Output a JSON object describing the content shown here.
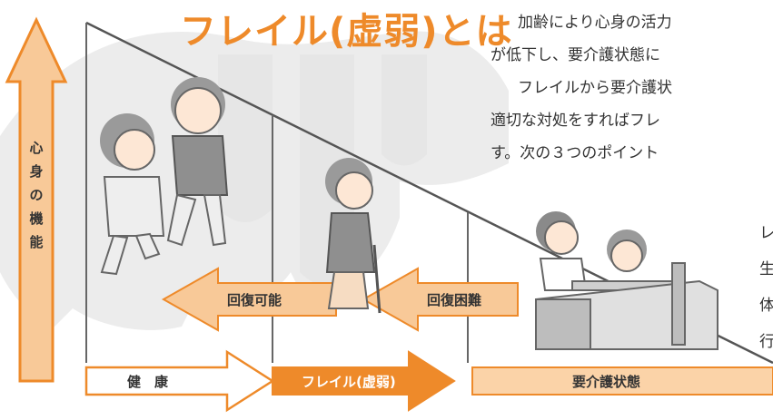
{
  "title": "フレイル(虚弱)とは",
  "paragraph": {
    "line1": "加齢により心身の活力",
    "line2": "が低下し、要介護状態に",
    "line3": "フレイルから要介護状",
    "line4": "適切な対処をすればフレ",
    "line5": "す。次の３つのポイント"
  },
  "side_chars": [
    "レ",
    "生",
    "体",
    "行"
  ],
  "vertical_label": [
    "心",
    "身",
    "の",
    "機",
    "能"
  ],
  "arrows": {
    "recovery_possible": "回復可能",
    "recovery_difficult": "回復困難"
  },
  "stages": {
    "health": "健　康",
    "frail": "フレイル(虚弱)",
    "care": "要介護状態"
  },
  "colors": {
    "orange": "#ee8a2a",
    "light_orange": "#fbd3a8",
    "pale": "#fdeee0",
    "gray_bg": "#ececec"
  }
}
